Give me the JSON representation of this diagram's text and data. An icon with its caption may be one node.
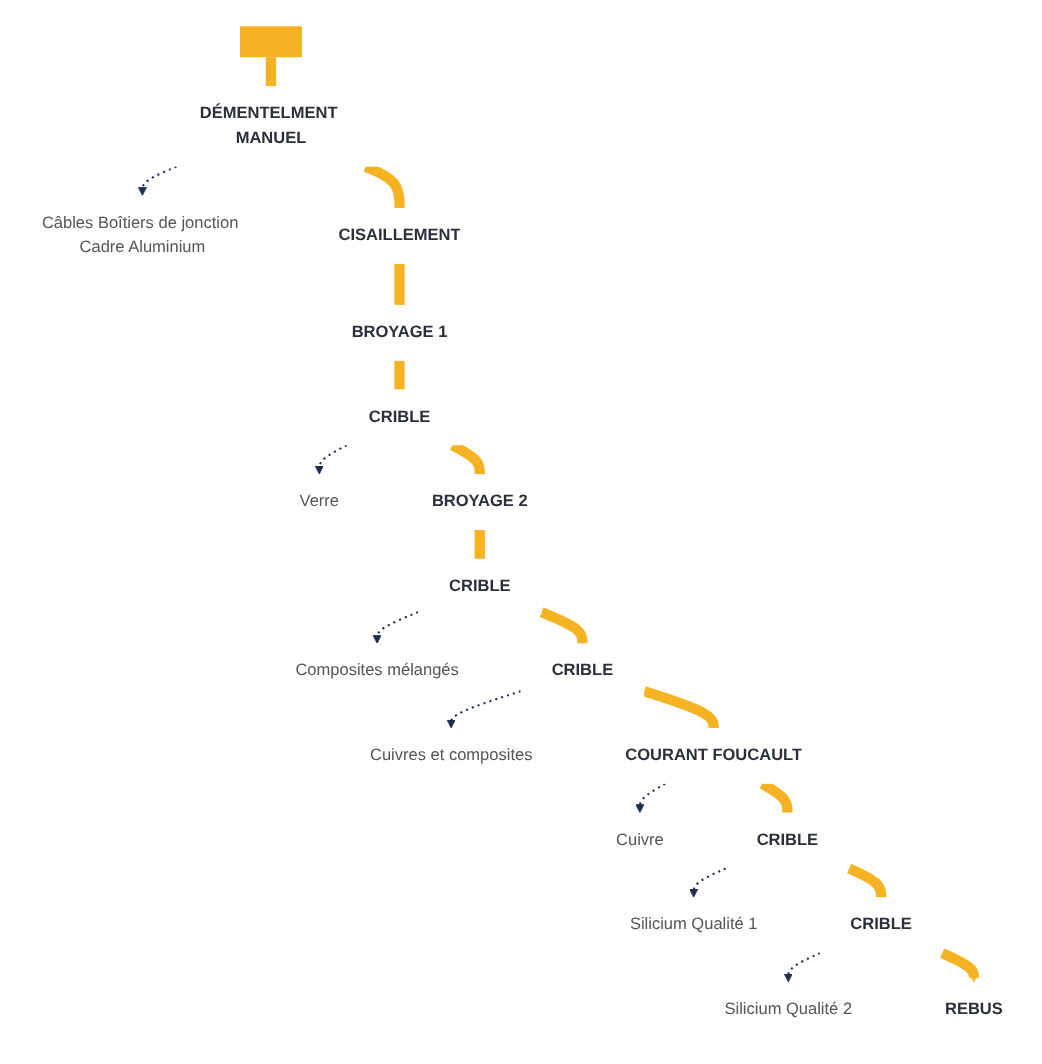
{
  "diagram": {
    "nodes": [
      {
        "text": [],
        "shape": "bar"
      },
      {
        "text": [
          "DÉMENTELMENT MANUEL"
        ]
      },
      {
        "text": [
          "Câbles Boîtiers de jonction Cadre Aluminium"
        ]
      },
      {
        "text": [
          "CISAILLEMENT"
        ]
      },
      {
        "text": [
          "BROYAGE 1"
        ]
      },
      {
        "text": [
          "CRIBLE"
        ]
      },
      {
        "text": [
          "Verre"
        ]
      },
      {
        "text": [
          "BROYAGE 2"
        ]
      },
      {
        "text": [
          "CRIBLE"
        ]
      },
      {
        "text": [
          "Composites mélangés"
        ]
      },
      {
        "text": [
          "CRIBLE"
        ]
      },
      {
        "text": [
          "Cuivres et composites"
        ]
      },
      {
        "text": [
          "COURANT FOUCAULT"
        ]
      },
      {
        "text": [
          "Cuivre"
        ]
      },
      {
        "text": [
          "CRIBLE"
        ]
      },
      {
        "text": [
          "Silicium Qualité 1"
        ]
      },
      {
        "text": [
          "CRIBLE"
        ]
      },
      {
        "text": [
          "Silicium Qualité 2"
        ]
      },
      {
        "text": [
          "REBUS"
        ]
      }
    ],
    "edges": [
      {
        "from": 0,
        "to": 1,
        "arrow": "none"
      },
      {
        "from": 1,
        "to": 2,
        "arrow": "to",
        "style": "dashed",
        "color": "#1f2d4f"
      },
      {
        "from": 1,
        "to": 3,
        "arrow": "none"
      },
      {
        "from": 3,
        "to": 4,
        "arrow": "none"
      },
      {
        "from": 4,
        "to": 5,
        "arrow": "none"
      },
      {
        "from": 5,
        "to": 6,
        "arrow": "to",
        "style": "dashed",
        "color": "#1f2d4f"
      },
      {
        "from": 5,
        "to": 7,
        "arrow": "none"
      },
      {
        "from": 7,
        "to": 8,
        "arrow": "none"
      },
      {
        "from": 8,
        "to": 9,
        "arrow": "to",
        "style": "dashed",
        "color": "#1f2d4f"
      },
      {
        "from": 8,
        "to": 10,
        "arrow": "none"
      },
      {
        "from": 10,
        "to": 11,
        "arrow": "to",
        "style": "dashed",
        "color": "#1f2d4f"
      },
      {
        "from": 10,
        "to": 12,
        "arrow": "none"
      },
      {
        "from": 12,
        "to": 13,
        "arrow": "to",
        "style": "dashed",
        "color": "#1f2d4f"
      },
      {
        "from": 12,
        "to": 14,
        "arrow": "none"
      },
      {
        "from": 14,
        "to": 15,
        "arrow": "to",
        "style": "dashed",
        "color": "#1f2d4f"
      },
      {
        "from": 14,
        "to": 16,
        "arrow": "none"
      },
      {
        "from": 16,
        "to": 17,
        "arrow": "to",
        "style": "dashed",
        "color": "#1f2d4f"
      },
      {
        "from": 16,
        "to": 18,
        "arrow": "to"
      }
    ]
  }
}
